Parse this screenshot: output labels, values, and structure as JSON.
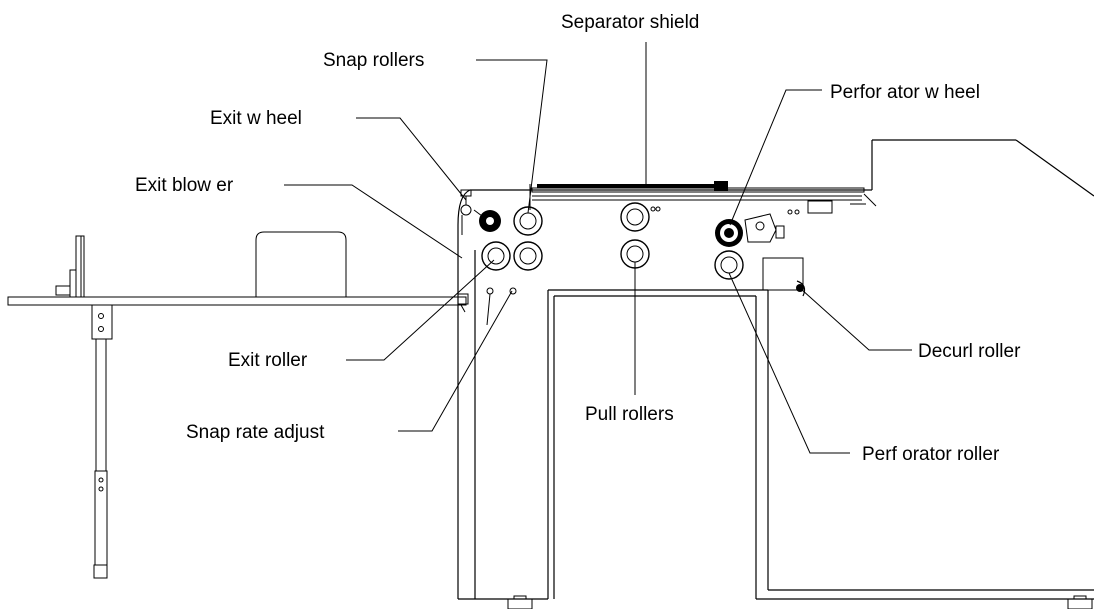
{
  "labels": {
    "separator_shield": "Separator shield",
    "snap_rollers": "Snap rollers",
    "perforator_wheel": "Perfor ator w heel",
    "exit_wheel": "Exit w heel",
    "exit_blower": "Exit blow er",
    "exit_roller": "Exit roller",
    "decurl_roller": "Decurl roller",
    "pull_rollers": "Pull rollers",
    "snap_rate_adjust": "Snap rate adjust",
    "perforator_roller": "Perf orator roller"
  }
}
